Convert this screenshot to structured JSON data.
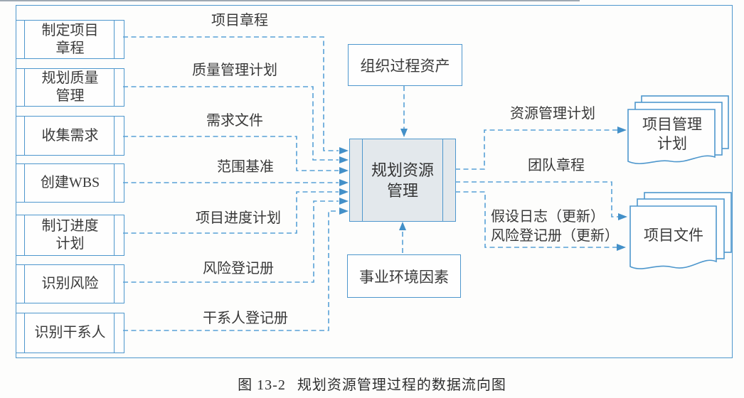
{
  "colors": {
    "accent_blue": "#4e97cd",
    "dash_blue": "#58a1d6",
    "center_fill": "#e3e8ec",
    "text": "#3a3a3a"
  },
  "left_processes": [
    {
      "lines": [
        "制定项目",
        "章程"
      ],
      "output": "项目章程"
    },
    {
      "lines": [
        "规划质量",
        "管理"
      ],
      "output": "质量管理计划"
    },
    {
      "lines": [
        "收集需求"
      ],
      "output": "需求文件"
    },
    {
      "lines": [
        "创建WBS"
      ],
      "output": "范围基准"
    },
    {
      "lines": [
        "制订进度",
        "计划"
      ],
      "output": "项目进度计划"
    },
    {
      "lines": [
        "识别风险"
      ],
      "output": "风险登记册"
    },
    {
      "lines": [
        "识别干系人"
      ],
      "output": "干系人登记册"
    }
  ],
  "center_process": {
    "lines": [
      "规划资源",
      "管理"
    ]
  },
  "inputs": {
    "top": "组织过程资产",
    "bottom": "事业环境因素"
  },
  "outputs": {
    "resource_plan": "资源管理计划",
    "team_charter": "团队章程",
    "assumption_log_update": "假设日志（更新）",
    "risk_register_update": "风险登记册（更新）"
  },
  "documents": [
    {
      "lines": [
        "项目管理",
        "计划"
      ]
    },
    {
      "lines": [
        "项目文件"
      ]
    }
  ],
  "caption": {
    "number": "图 13-2",
    "title": "规划资源管理过程的数据流向图"
  }
}
